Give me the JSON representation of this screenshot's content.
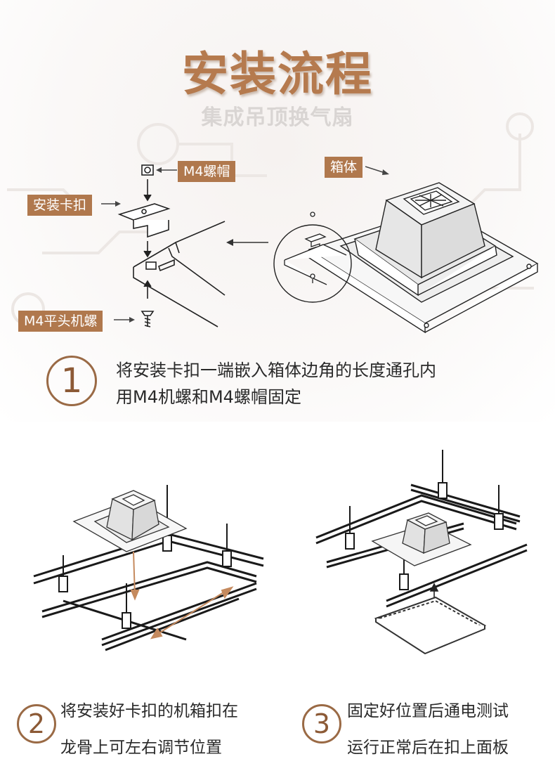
{
  "header": {
    "title": "安装流程",
    "subtitle": "集成吊顶换气扇"
  },
  "labels": {
    "nut": "M4螺帽",
    "clip": "安装卡扣",
    "screw": "M4平头机螺",
    "box": "箱体"
  },
  "steps": [
    {
      "number": "1",
      "line1": "将安装卡扣一端嵌入箱体边角的长度通孔内",
      "line2": "用M4机螺和M4螺帽固定"
    },
    {
      "number": "2",
      "line1": "将安装好卡扣的机箱扣在",
      "line2": "龙骨上可左右调节位置"
    },
    {
      "number": "3",
      "line1": "固定好位置后通电测试",
      "line2": "运行正常后在扣上面板"
    }
  ],
  "colors": {
    "accent": "#b0784d",
    "title": "#b57a4e",
    "circle": "#9a6a45"
  }
}
